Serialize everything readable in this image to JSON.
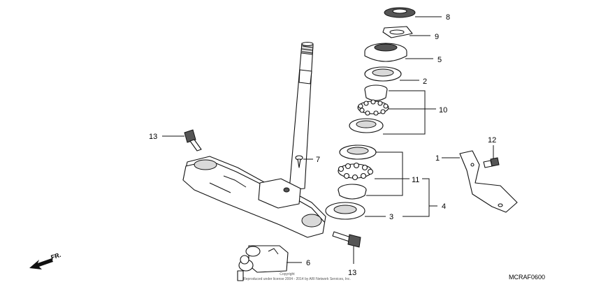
{
  "diagram": {
    "callouts": {
      "c1": "1",
      "c2": "2",
      "c3": "3",
      "c4": "4",
      "c5": "5",
      "c6": "6",
      "c7": "7",
      "c8": "8",
      "c9": "9",
      "c10": "10",
      "c11": "11",
      "c12": "12",
      "c13a": "13",
      "c13b": "13"
    },
    "front_arrow_label": "FR.",
    "copyright_line1": "Copyright",
    "copyright_line2": "Reproduced under license 2004 - 2014 by ARI Network Services, Inc.",
    "diagram_code": "MCRAF0600"
  }
}
